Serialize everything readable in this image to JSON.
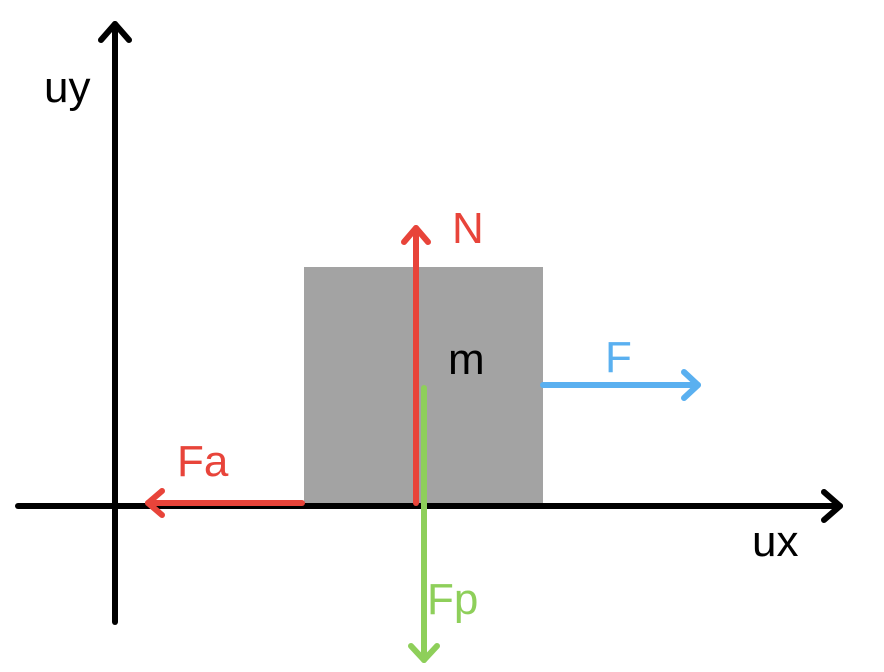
{
  "axes": {
    "y_label": "uy",
    "x_label": "ux"
  },
  "block": {
    "label": "m"
  },
  "forces": {
    "normal": "N",
    "applied": "F",
    "friction": "Fa",
    "weight": "Fp"
  },
  "colors": {
    "axis": "#000000",
    "block": "#a3a3a3",
    "normal": "#e8443a",
    "friction": "#e8443a",
    "applied": "#5ab0f0",
    "weight": "#8ecf5a"
  }
}
